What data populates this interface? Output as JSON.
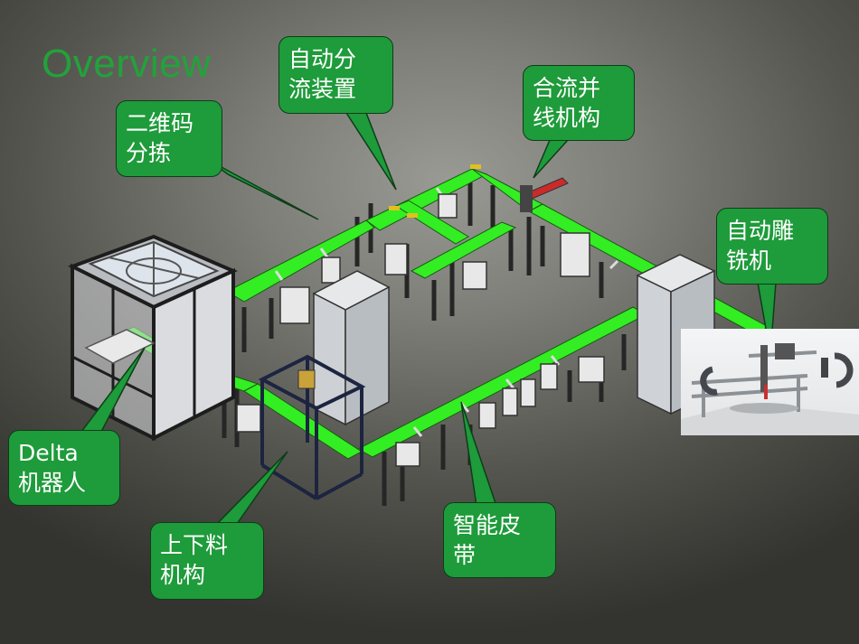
{
  "title": "Overview",
  "callouts": {
    "qr_sort": {
      "line1": "二维码",
      "line2": "分拣"
    },
    "auto_divert": {
      "line1": "自动分",
      "line2": "流装置"
    },
    "merge": {
      "line1": "合流并",
      "line2": "线机构"
    },
    "cnc": {
      "line1": "自动雕",
      "line2": "铣机"
    },
    "delta": {
      "line1": "Delta",
      "line2": "机器人"
    },
    "loader": {
      "line1": "上下料",
      "line2": "机构"
    },
    "belt": {
      "line1": "智能皮",
      "line2": "带"
    }
  },
  "colors": {
    "belt": "#33ee22",
    "callout_fill": "#1e9b3a",
    "title": "#22a23a",
    "frame": "#2a2a2a",
    "cabinet": "#d4d7da"
  }
}
